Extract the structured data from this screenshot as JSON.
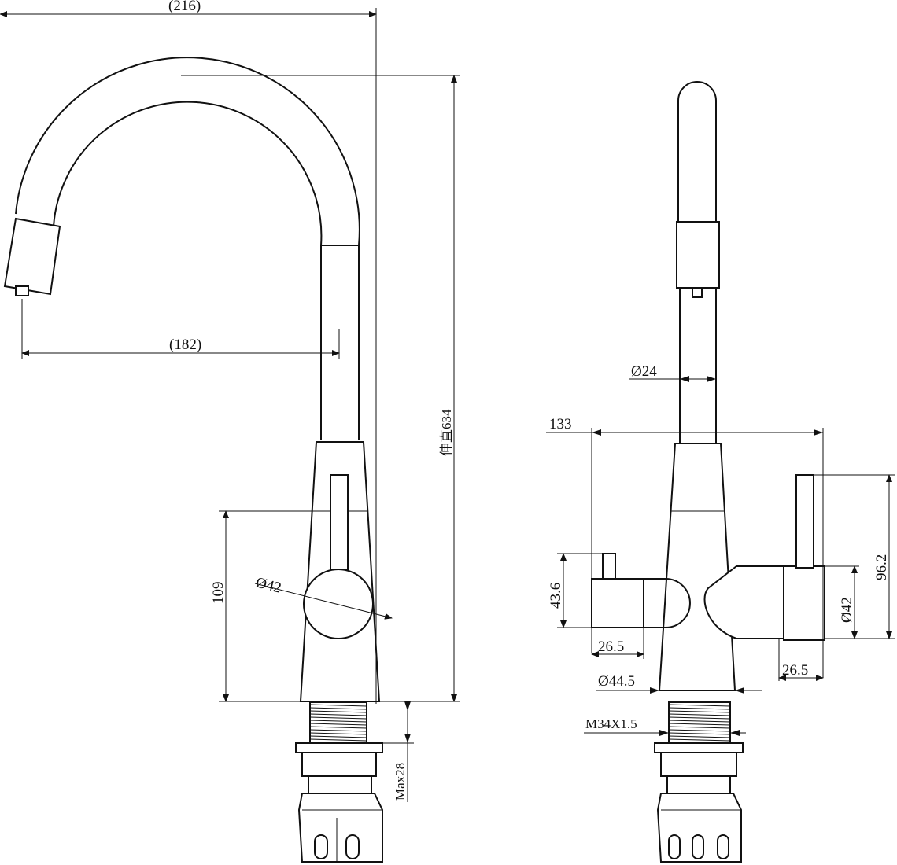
{
  "side_view": {
    "overall_width": "(216)",
    "spout_reach": "(182)",
    "overall_height": "伸直634",
    "handle_height": "109",
    "body_diameter": "Ø42",
    "max_counter": "Max28"
  },
  "front_view": {
    "spout_diameter": "Ø24",
    "overall_width": "133",
    "handle_height": "96.2",
    "side_port_height": "43.6",
    "body_diameter": "Ø42",
    "left_stub": "26.5",
    "right_stub": "26.5",
    "base_diameter": "Ø44.5",
    "thread": "M34X1.5"
  }
}
